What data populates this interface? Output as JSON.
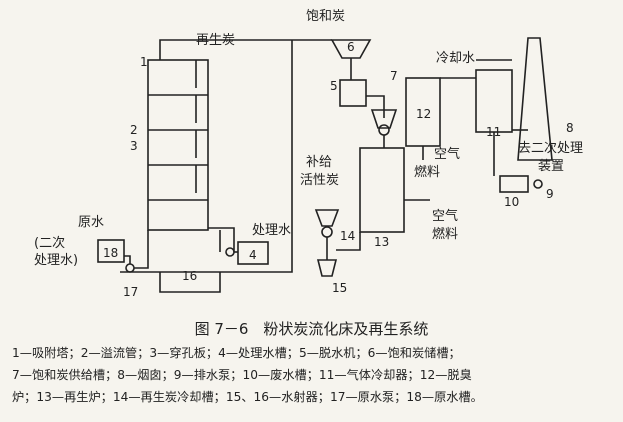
{
  "labels": {
    "regen_carbon": "再生炭",
    "saturated_carbon": "饱和炭",
    "cooling_water": "冷却水",
    "air_1": "空气",
    "fuel_1": "燃料",
    "air_2": "空气",
    "fuel_2": "燃料",
    "to_secondary_1": "去二次处理",
    "to_secondary_2": "装置",
    "make_up_1": "补给",
    "make_up_2": "活性炭",
    "raw_water": "原水",
    "secondary_1": "(二次",
    "secondary_2": "处理水)",
    "treated_water": "处理水"
  },
  "numbers": {
    "n1": "1",
    "n2": "2",
    "n3": "3",
    "n4": "4",
    "n5": "5",
    "n6": "6",
    "n7": "7",
    "n8": "8",
    "n9": "9",
    "n10": "10",
    "n11": "11",
    "n12": "12",
    "n13": "13",
    "n14": "14",
    "n15": "15",
    "n16": "16",
    "n17": "17",
    "n18": "18"
  },
  "caption": "图 7－6　粉状炭流化床及再生系统",
  "legend": [
    "1—吸附塔；2—溢流管；3—穿孔板；4—处理水槽；5—脱水机；6—饱和炭储槽；",
    "7—饱和炭供给槽；8—烟囱；9—排水泵；10—废水槽；11—气体冷却器；12—脱臭",
    "炉；13—再生炉；14—再生炭冷却槽；15、16—水射器；17—原水泵；18—原水槽。"
  ]
}
